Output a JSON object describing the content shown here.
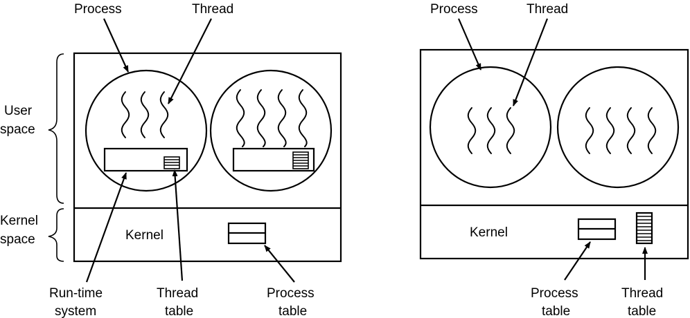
{
  "left": {
    "labels": {
      "process": "Process",
      "thread": "Thread",
      "user_space_1": "User",
      "user_space_2": "space",
      "kernel_space_1": "Kernel",
      "kernel_space_2": "space",
      "kernel": "Kernel",
      "runtime_1": "Run-time",
      "runtime_2": "system",
      "thread_table_1": "Thread",
      "thread_table_2": "table",
      "process_table_1": "Process",
      "process_table_2": "table"
    }
  },
  "right": {
    "labels": {
      "process": "Process",
      "thread": "Thread",
      "kernel": "Kernel",
      "process_table_1": "Process",
      "process_table_2": "table",
      "thread_table_1": "Thread",
      "thread_table_2": "table"
    }
  },
  "colors": {
    "ink": "#000000",
    "background": "#ffffff"
  }
}
